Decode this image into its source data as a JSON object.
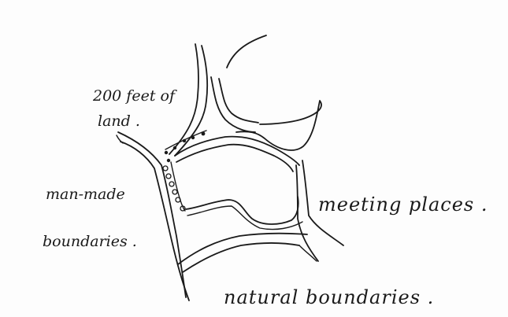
{
  "labels": {
    "land_line1": "200 feet of",
    "land_line2": "land .",
    "manmade_line1": "man-made",
    "manmade_line2": "boundaries .",
    "meeting": "meeting places .",
    "natural": "natural  boundaries ."
  },
  "colors": {
    "ink": "#1a1a1a",
    "paper": "#fdfdfd"
  }
}
